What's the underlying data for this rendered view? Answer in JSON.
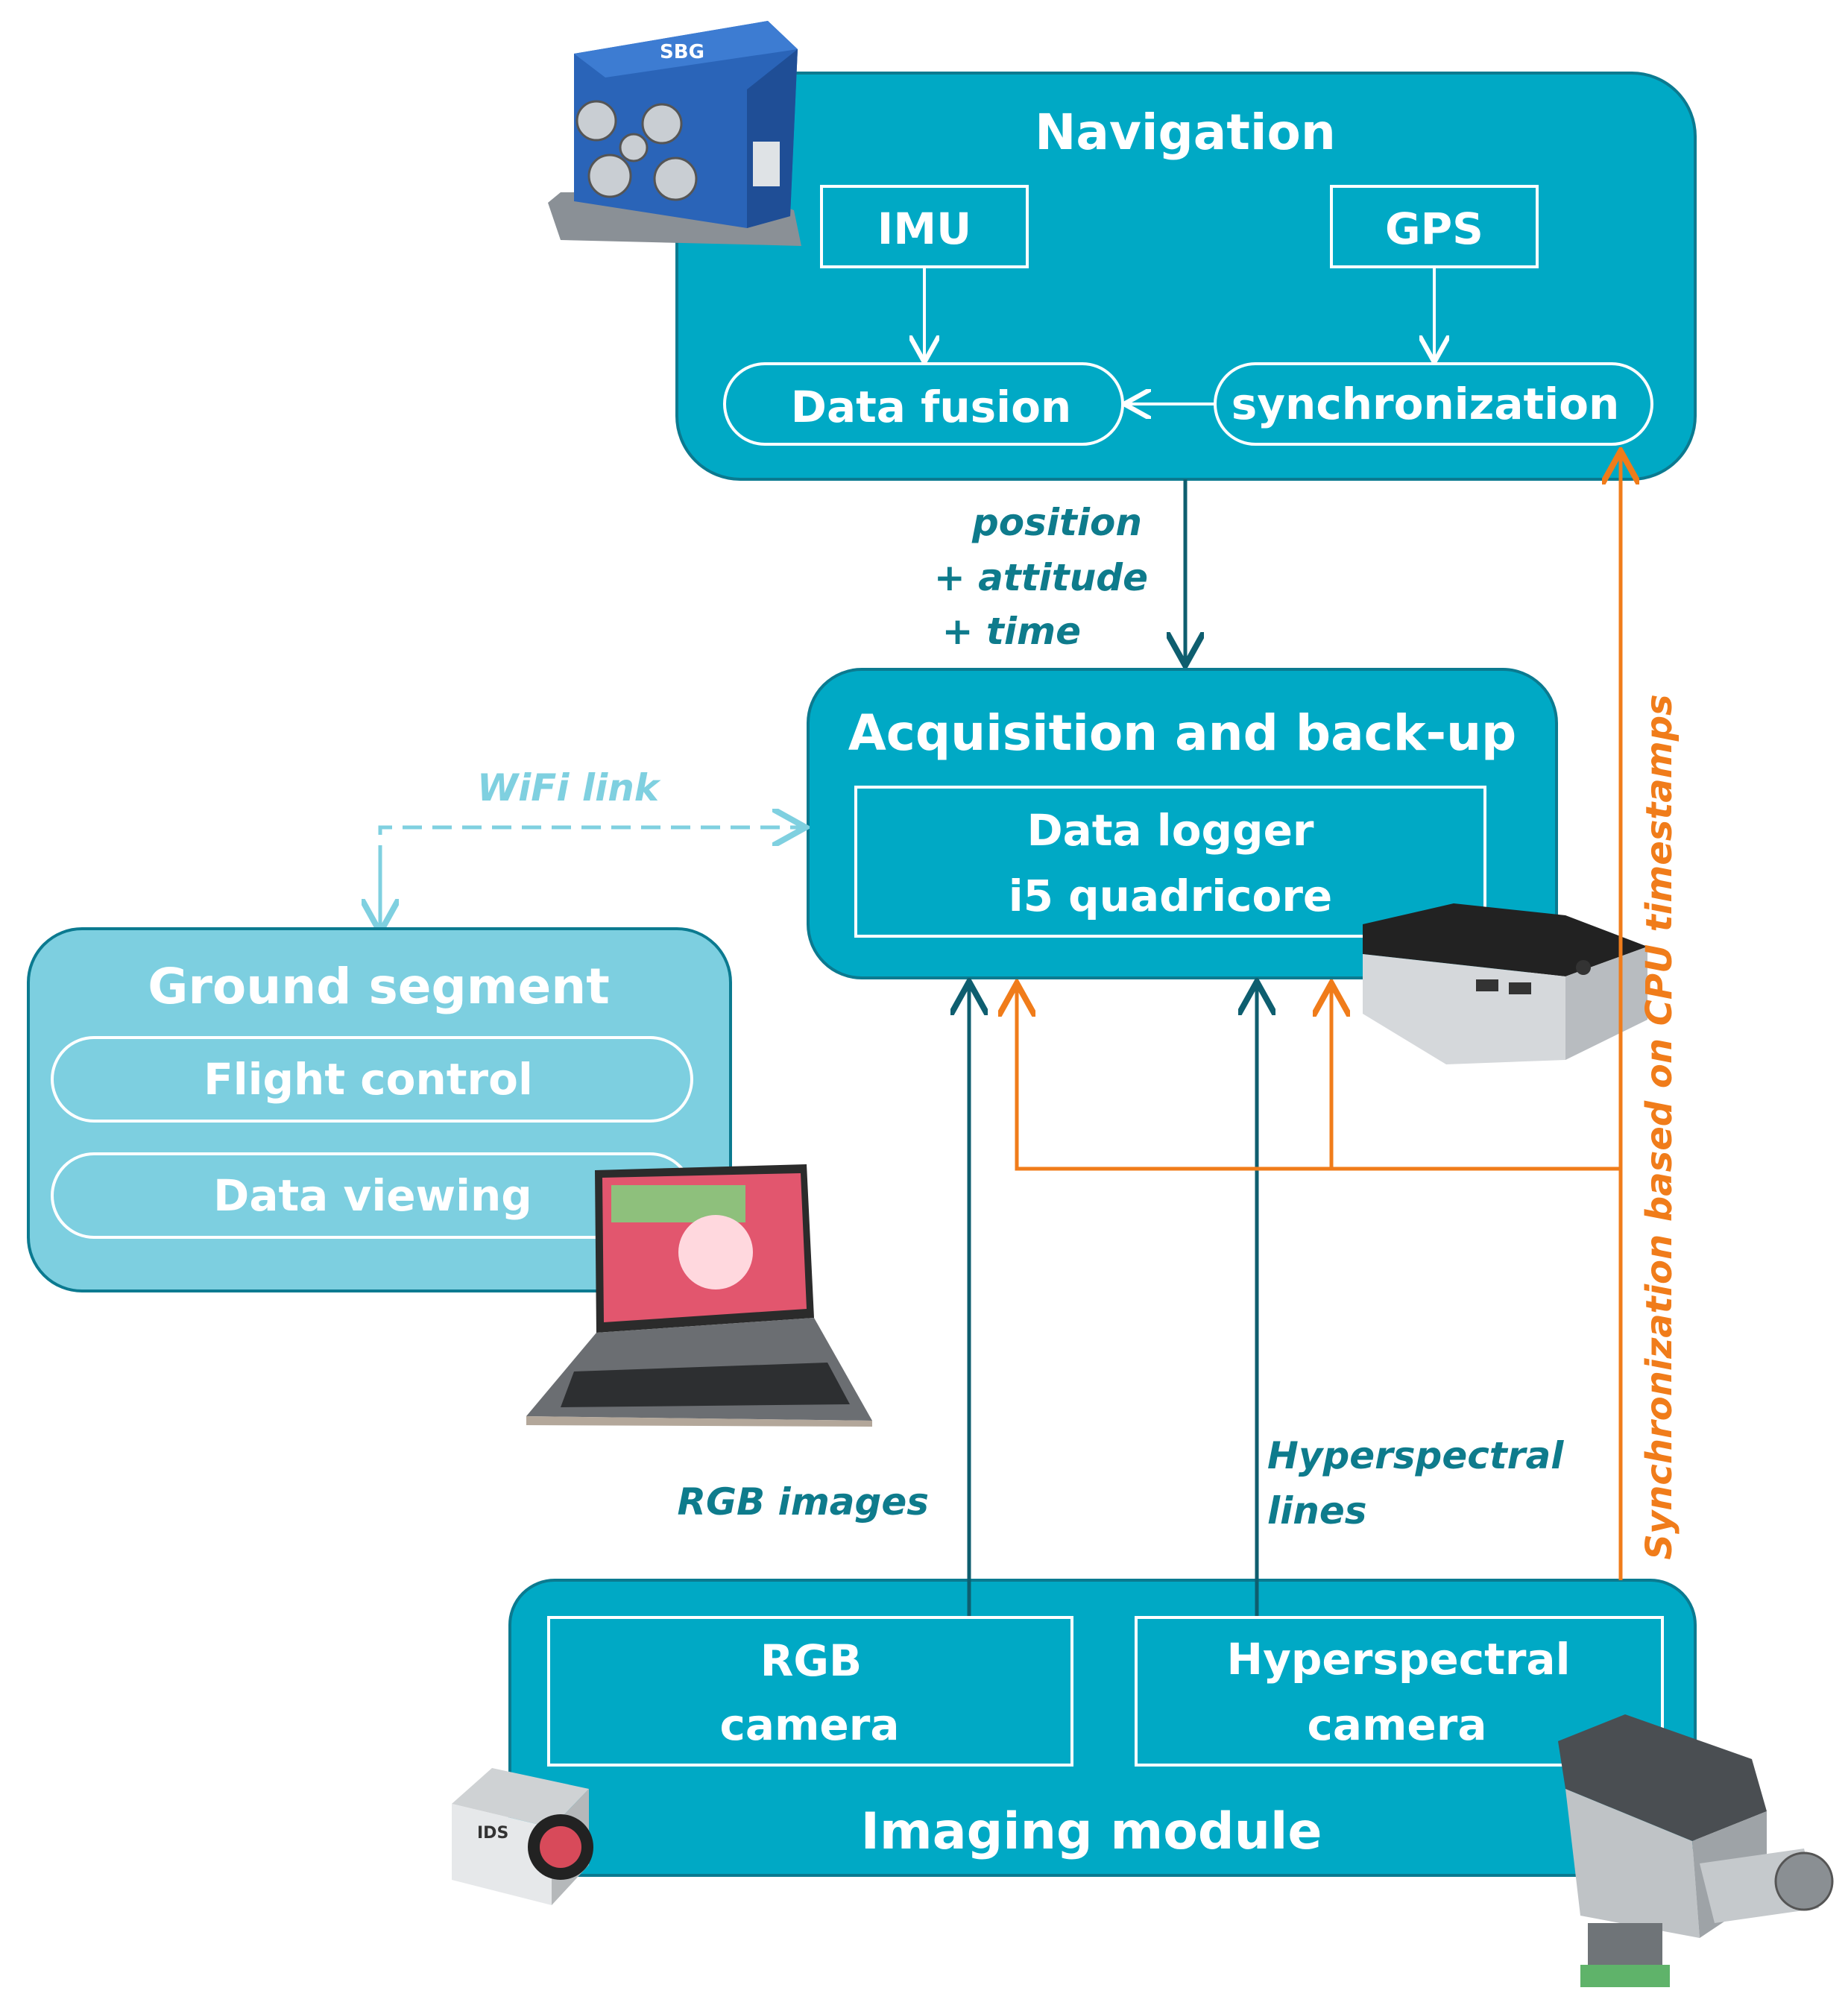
{
  "navigation": {
    "title": "Navigation",
    "imu": "IMU",
    "gps": "GPS",
    "data_fusion": "Data fusion",
    "synchronization": "synchronization"
  },
  "nav_output_label": {
    "line1": "position",
    "line2": "+ attitude",
    "line3": "+ time"
  },
  "acquisition": {
    "title": "Acquisition and back-up",
    "logger_line1": "Data logger",
    "logger_line2": "i5 quadricore"
  },
  "wifi_label": "WiFi link",
  "ground": {
    "title": "Ground segment",
    "flight_control": "Flight control",
    "data_viewing": "Data viewing"
  },
  "imaging": {
    "title": "Imaging module",
    "rgb_line1": "RGB",
    "rgb_line2": "camera",
    "hyper_line1": "Hyperspectral",
    "hyper_line2": "camera"
  },
  "rgb_images_label": "RGB images",
  "hyper_lines_label": {
    "line1": "Hyperspectral",
    "line2": "lines"
  },
  "sync_label": "Synchronization based on CPU timestamps",
  "devices": {
    "imu_logo_text": "SBG",
    "camera_logo_text": "IDS"
  },
  "colors": {
    "box_fill": "#00a9c5",
    "ground_fill": "#7dcfe0",
    "dark_arrow": "#0e5e6f",
    "orange": "#f07c1a",
    "wifi": "#7fd0e0"
  }
}
